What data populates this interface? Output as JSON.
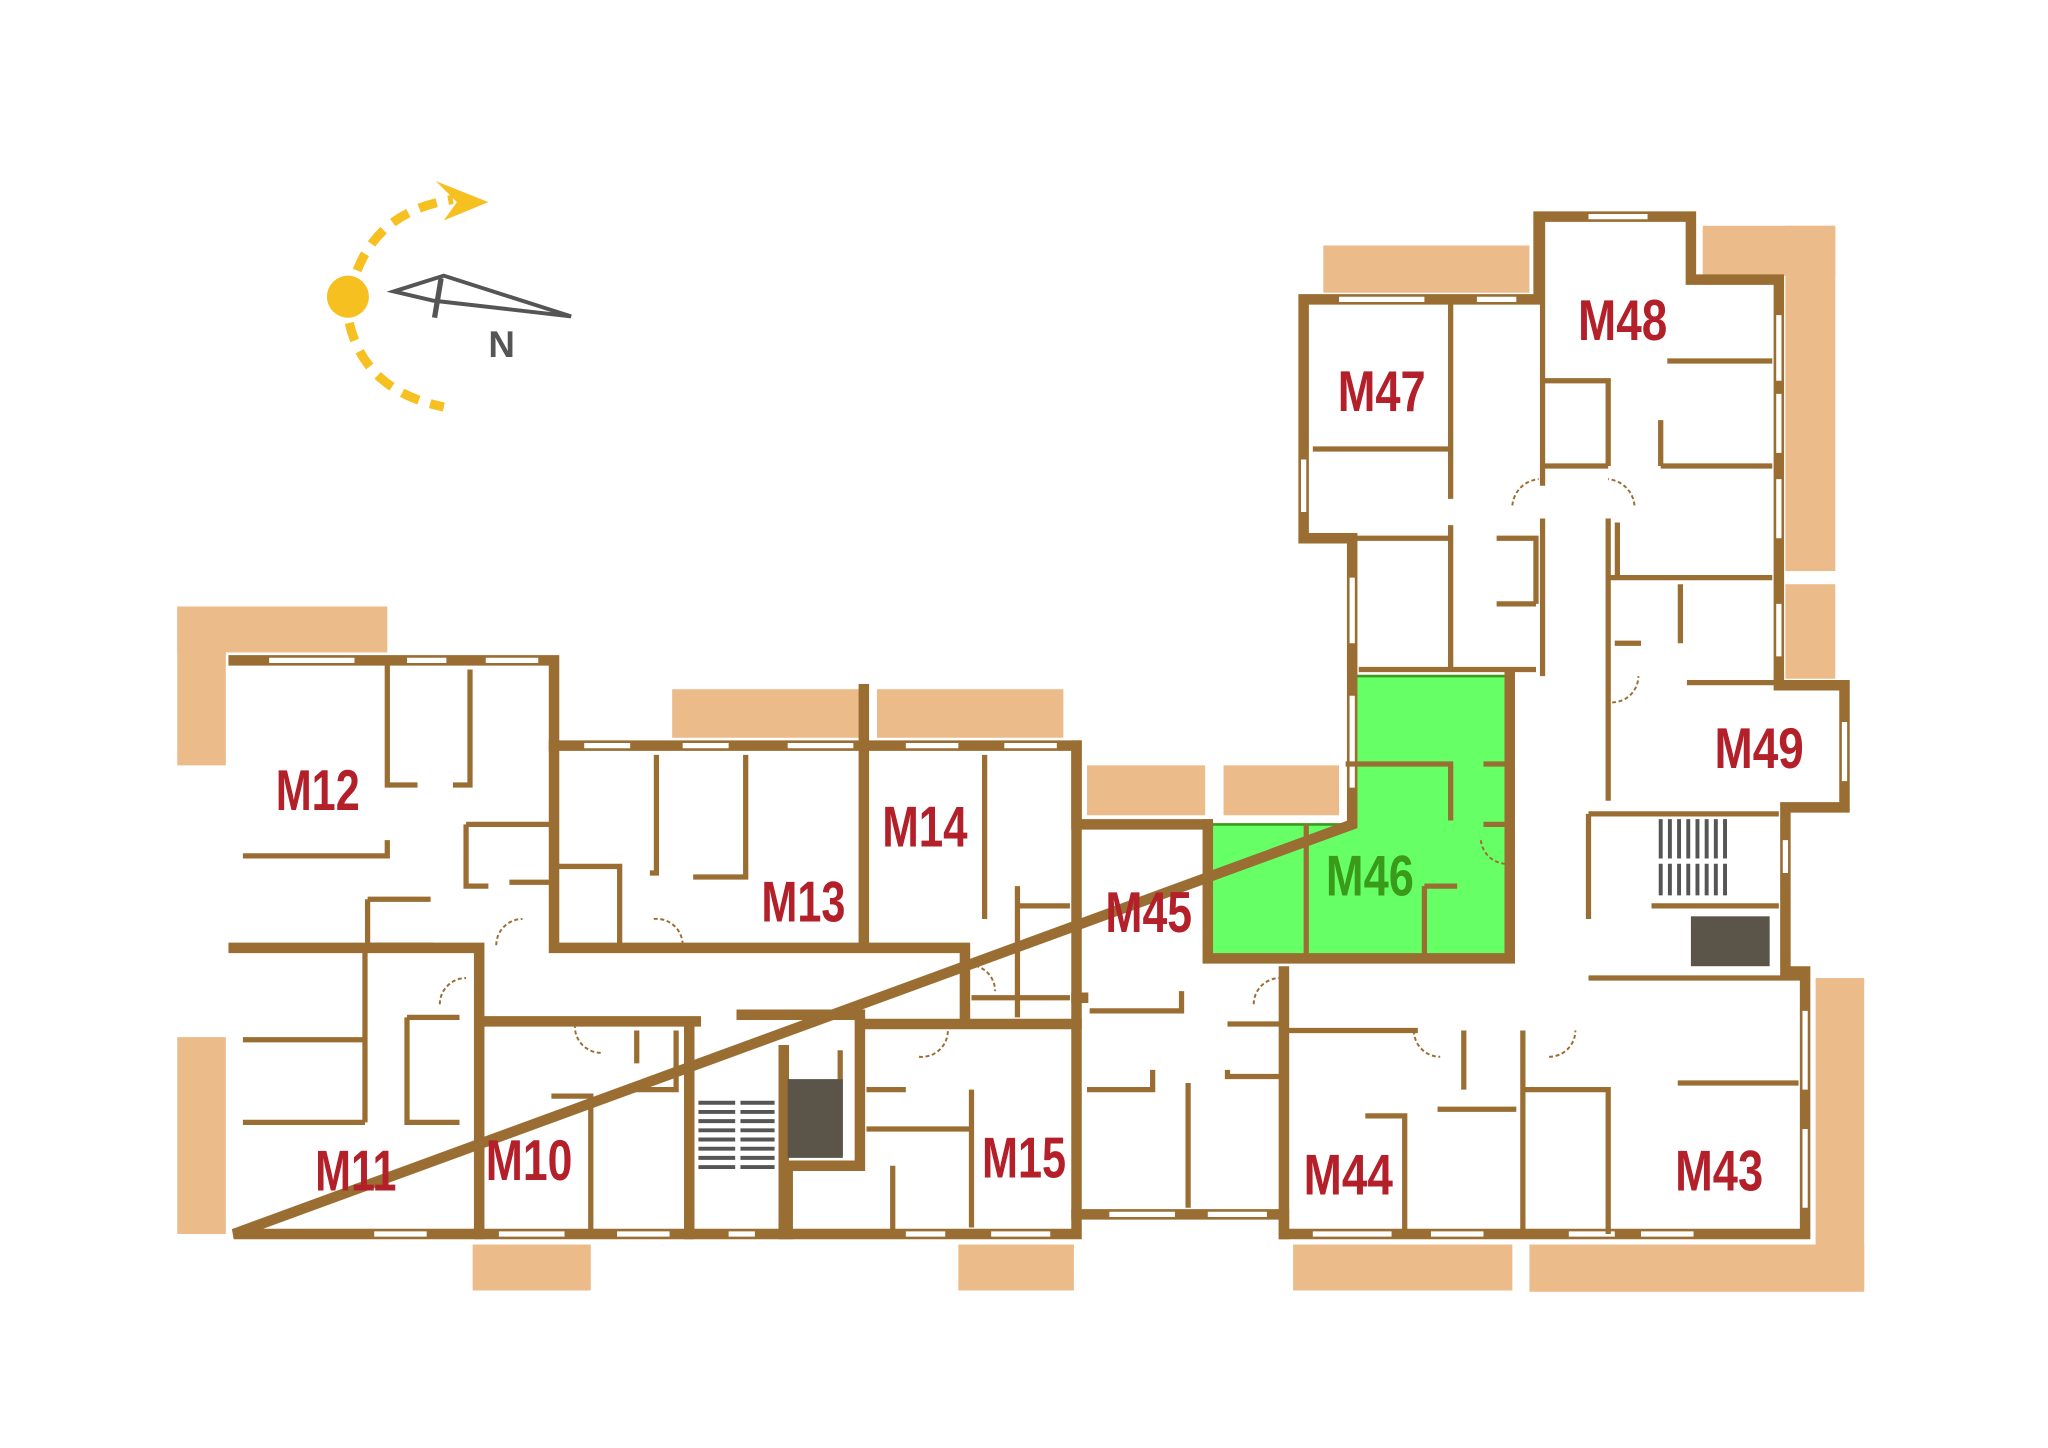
{
  "compass": {
    "north_label": "N",
    "icon": "sun-path-compass-icon"
  },
  "colors": {
    "wall": "#9a6e33",
    "balcony": "#ebbb8a",
    "label": "#b3202a",
    "selected_fill": "#66ff66",
    "selected_label": "#3a9a1a",
    "sun": "#f5c020"
  },
  "units": [
    {
      "id": "M12",
      "label": "M12",
      "selected": false
    },
    {
      "id": "M13",
      "label": "M13",
      "selected": false
    },
    {
      "id": "M14",
      "label": "M14",
      "selected": false
    },
    {
      "id": "M45",
      "label": "M45",
      "selected": false
    },
    {
      "id": "M46",
      "label": "M46",
      "selected": true
    },
    {
      "id": "M47",
      "label": "M47",
      "selected": false
    },
    {
      "id": "M48",
      "label": "M48",
      "selected": false
    },
    {
      "id": "M49",
      "label": "M49",
      "selected": false
    },
    {
      "id": "M11",
      "label": "M11",
      "selected": false
    },
    {
      "id": "M10",
      "label": "M10",
      "selected": false
    },
    {
      "id": "M15",
      "label": "M15",
      "selected": false
    },
    {
      "id": "M44",
      "label": "M44",
      "selected": false
    },
    {
      "id": "M43",
      "label": "M43",
      "selected": false
    }
  ]
}
